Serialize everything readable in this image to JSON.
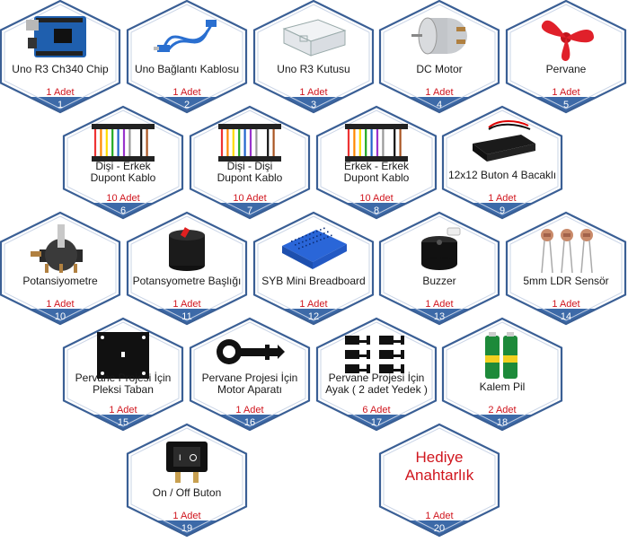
{
  "colors": {
    "frame": "#3a5f95",
    "band": "#3d6aa8",
    "qty": "#d0161e"
  },
  "items": [
    {
      "num": "1",
      "name": "Uno R3 Ch340 Chip",
      "qty": "1 Adet",
      "icon": "arduino-board-icon"
    },
    {
      "num": "2",
      "name": "Uno Bağlantı Kablosu",
      "qty": "1 Adet",
      "icon": "usb-cable-icon"
    },
    {
      "num": "3",
      "name": "Uno R3 Kutusu",
      "qty": "1 Adet",
      "icon": "acrylic-case-icon"
    },
    {
      "num": "4",
      "name": "DC Motor",
      "qty": "1 Adet",
      "icon": "dc-motor-icon"
    },
    {
      "num": "5",
      "name": "Pervane",
      "qty": "1 Adet",
      "icon": "propeller-icon"
    },
    {
      "num": "6",
      "name": "Dişi - Erkek Dupont Kablo",
      "qty": "10 Adet",
      "icon": "jumper-wires-icon"
    },
    {
      "num": "7",
      "name": "Dişi - Dişi Dupont Kablo",
      "qty": "10 Adet",
      "icon": "jumper-wires-icon"
    },
    {
      "num": "8",
      "name": "Erkek - Erkek Dupont Kablo",
      "qty": "10 Adet",
      "icon": "jumper-wires-icon"
    },
    {
      "num": "9",
      "name": "12x12 Buton 4 Bacaklı",
      "qty": "1 Adet",
      "icon": "battery-holder-icon"
    },
    {
      "num": "10",
      "name": "Potansiyometre",
      "qty": "1 Adet",
      "icon": "potentiometer-icon"
    },
    {
      "num": "11",
      "name": "Potansyometre Başlığı",
      "qty": "1 Adet",
      "icon": "knob-icon"
    },
    {
      "num": "12",
      "name": "SYB Mini Breadboard",
      "qty": "1 Adet",
      "icon": "breadboard-icon"
    },
    {
      "num": "13",
      "name": "Buzzer",
      "qty": "1 Adet",
      "icon": "buzzer-icon"
    },
    {
      "num": "14",
      "name": "5mm LDR Sensör",
      "qty": "1 Adet",
      "icon": "ldr-sensor-icon"
    },
    {
      "num": "15",
      "name": "Pervane Projesi İçin Pleksi Taban",
      "qty": "1 Adet",
      "icon": "plexi-base-icon"
    },
    {
      "num": "16",
      "name": "Pervane Projesi İçin Motor Aparatı",
      "qty": "1 Adet",
      "icon": "motor-bracket-icon"
    },
    {
      "num": "17",
      "name": "Pervane Projesi İçin Ayak ( 2 adet Yedek )",
      "qty": "6 Adet",
      "icon": "legs-icon"
    },
    {
      "num": "18",
      "name": "Kalem Pil",
      "qty": "2 Adet",
      "icon": "aa-battery-icon"
    },
    {
      "num": "19",
      "name": "On / Off Buton",
      "qty": "1 Adet",
      "icon": "rocker-switch-icon"
    }
  ],
  "gift": {
    "num": "20",
    "title_line1": "Hediye",
    "title_line2": "Anahtarlık",
    "qty": "1 Adet"
  }
}
